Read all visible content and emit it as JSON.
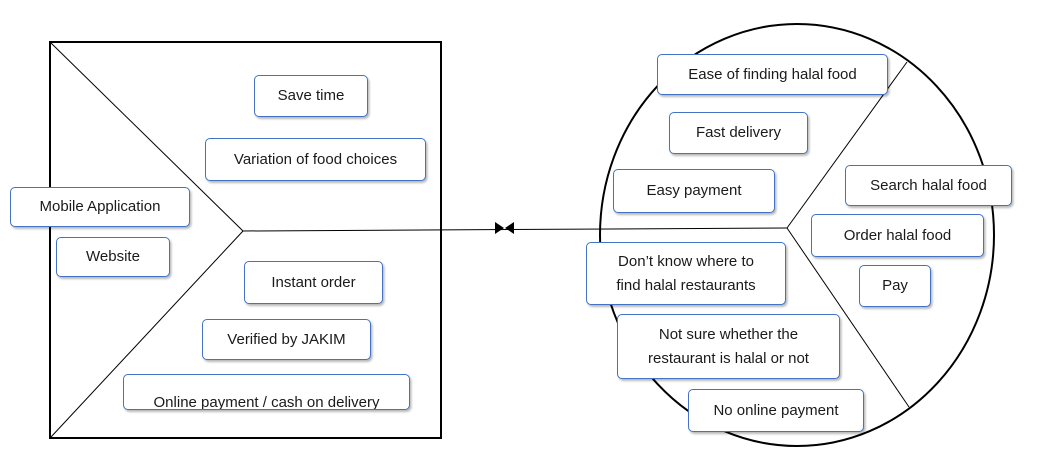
{
  "colors": {
    "outline": "#000000",
    "box_border": "#4472c4",
    "text": "#1a1a1a"
  },
  "left_square": {
    "gain_creators": [
      "Save time",
      "Variation of food choices"
    ],
    "products_services": [
      "Mobile Application",
      "Website"
    ],
    "pain_relievers": [
      "Instant order",
      "Verified by JAKIM",
      "Online payment / cash on delivery"
    ]
  },
  "connector": {
    "marker": "bowtie"
  },
  "right_circle": {
    "gains": [
      "Ease of finding halal food",
      "Fast delivery",
      "Easy payment"
    ],
    "customer_jobs": [
      "Search halal food",
      "Order halal food",
      "Pay"
    ],
    "pains": [
      "Don’t know where to find halal restaurants",
      "Not sure whether the restaurant is halal or not",
      "No online payment"
    ]
  }
}
